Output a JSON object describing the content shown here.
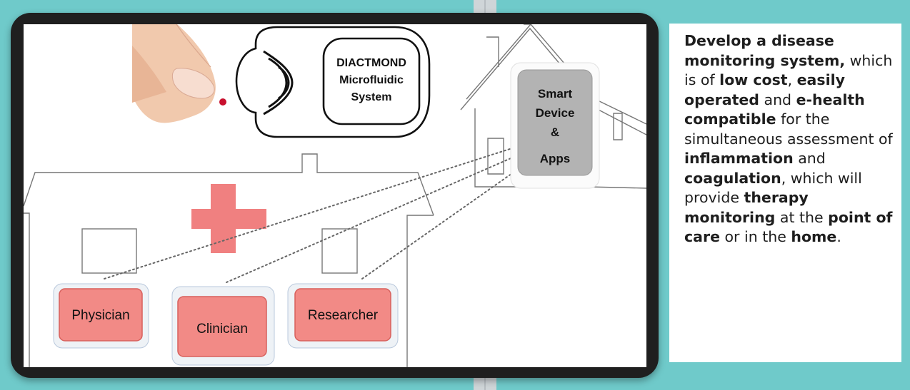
{
  "diagram": {
    "device_label_lines": [
      "DIACTMOND",
      "Microfluidic",
      "System"
    ],
    "smart_device_lines": [
      "Smart",
      "Device",
      "&",
      "Apps"
    ],
    "roles": {
      "physician": "Physician",
      "clinician": "Clinician",
      "researcher": "Researcher"
    },
    "colors": {
      "cross": "#f08080",
      "role_box": "#f28a86",
      "smart_device_box": "#b3b3b3",
      "teal_background": "#6fcaca",
      "frame": "#1f1f1f"
    }
  },
  "description": {
    "segments": [
      {
        "text": "Develop a disease monitoring system,",
        "bold": true
      },
      {
        "text": " which is of ",
        "bold": false
      },
      {
        "text": "low cost",
        "bold": true
      },
      {
        "text": ", ",
        "bold": false
      },
      {
        "text": "easily operated",
        "bold": true
      },
      {
        "text": " and ",
        "bold": false
      },
      {
        "text": "e-health compatible",
        "bold": true
      },
      {
        "text": " for the simultaneous assessment of ",
        "bold": false
      },
      {
        "text": "inflammation",
        "bold": true
      },
      {
        "text": " and ",
        "bold": false
      },
      {
        "text": "coagulation",
        "bold": true
      },
      {
        "text": ", which will provide ",
        "bold": false
      },
      {
        "text": "therapy monitoring",
        "bold": true
      },
      {
        "text": " at the ",
        "bold": false
      },
      {
        "text": "point of care",
        "bold": true
      },
      {
        "text": " or in the ",
        "bold": false
      },
      {
        "text": "home",
        "bold": true
      },
      {
        "text": ".",
        "bold": false
      }
    ]
  }
}
